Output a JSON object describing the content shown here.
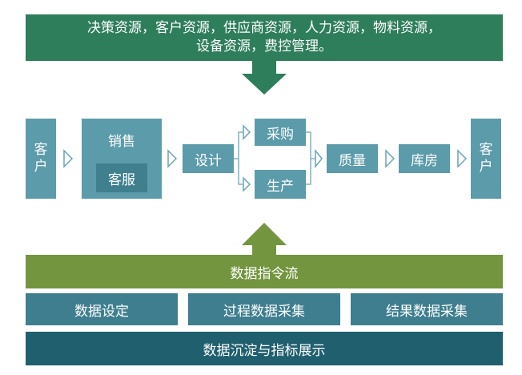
{
  "colors": {
    "green_dark": "#2E7D5B",
    "steel_blue": "#5B9BAA",
    "service_box": "#3F7F8E",
    "olive_green": "#73953F",
    "teal_mid": "#3E7E8E",
    "teal_dark": "#1F5F6E",
    "arrow_outline": "#6AA5B4",
    "connector": "#7FB3C0"
  },
  "resources_banner": {
    "line1": "决策资源，客户资源，供应商资源，人力资源，物料资源，",
    "line2": "设备资源，费控管理。"
  },
  "process": {
    "customer_left": [
      "客",
      "户"
    ],
    "sales": "销售",
    "service": "客服",
    "design": "设计",
    "purchase": "采购",
    "production": "生产",
    "quality": "质量",
    "warehouse": "库房",
    "customer_right": [
      "客",
      "户"
    ]
  },
  "data_layer": {
    "command_flow": "数据指令流",
    "data_setting": "数据设定",
    "process_collection": "过程数据采集",
    "result_collection": "结果数据采集",
    "accumulation": "数据沉淀与指标展示"
  }
}
